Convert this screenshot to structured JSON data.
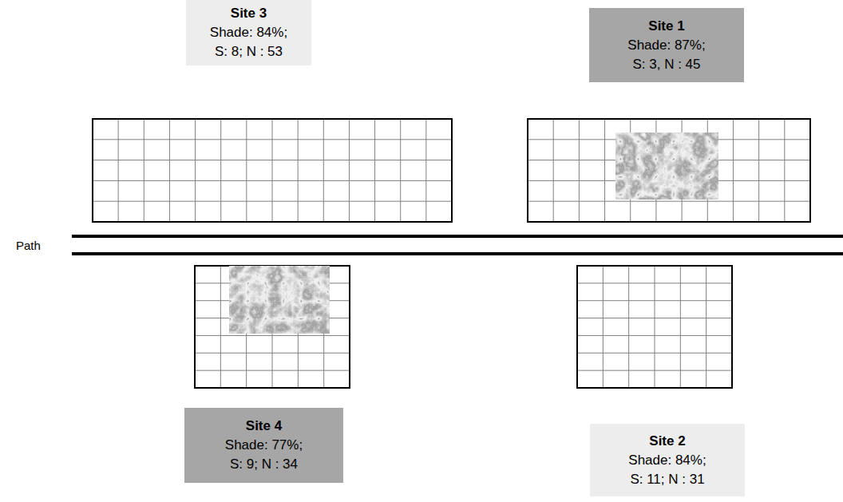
{
  "diagram": {
    "nodes": [
      {
        "text": [
          "Site 3",
          "Shade: 84%;",
          "S: 8; N : 53"
        ]
      },
      {
        "text": [
          "Site 1",
          "Shade: 87%;",
          "S: 3, N : 45"
        ]
      },
      {
        "text": [
          "Site 4",
          "Shade: 77%;",
          "S: 9; N : 34"
        ]
      },
      {
        "text": [
          "Site 2",
          "Shade: 84%;",
          "S: 11; N : 31"
        ]
      }
    ],
    "labels": [
      "Path"
    ]
  }
}
